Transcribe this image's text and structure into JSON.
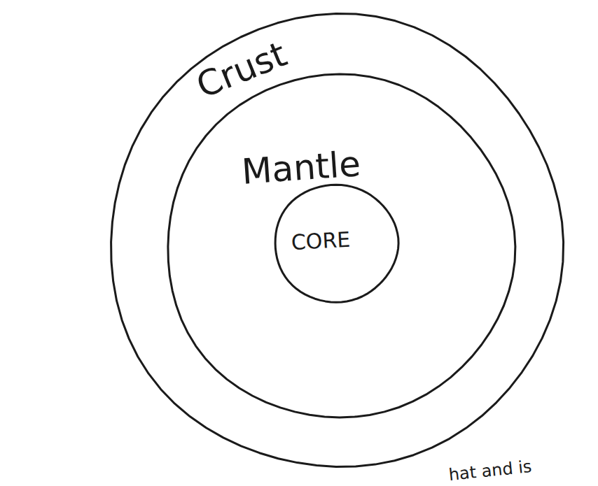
{
  "diagram": {
    "nodes": [
      {
        "text": [
          "Crust"
        ]
      },
      {
        "text": [
          "Mantle"
        ],
        "in": 0
      },
      {
        "text": [
          "CORE"
        ],
        "in": 1
      }
    ],
    "labels": [
      "hat and is"
    ]
  }
}
